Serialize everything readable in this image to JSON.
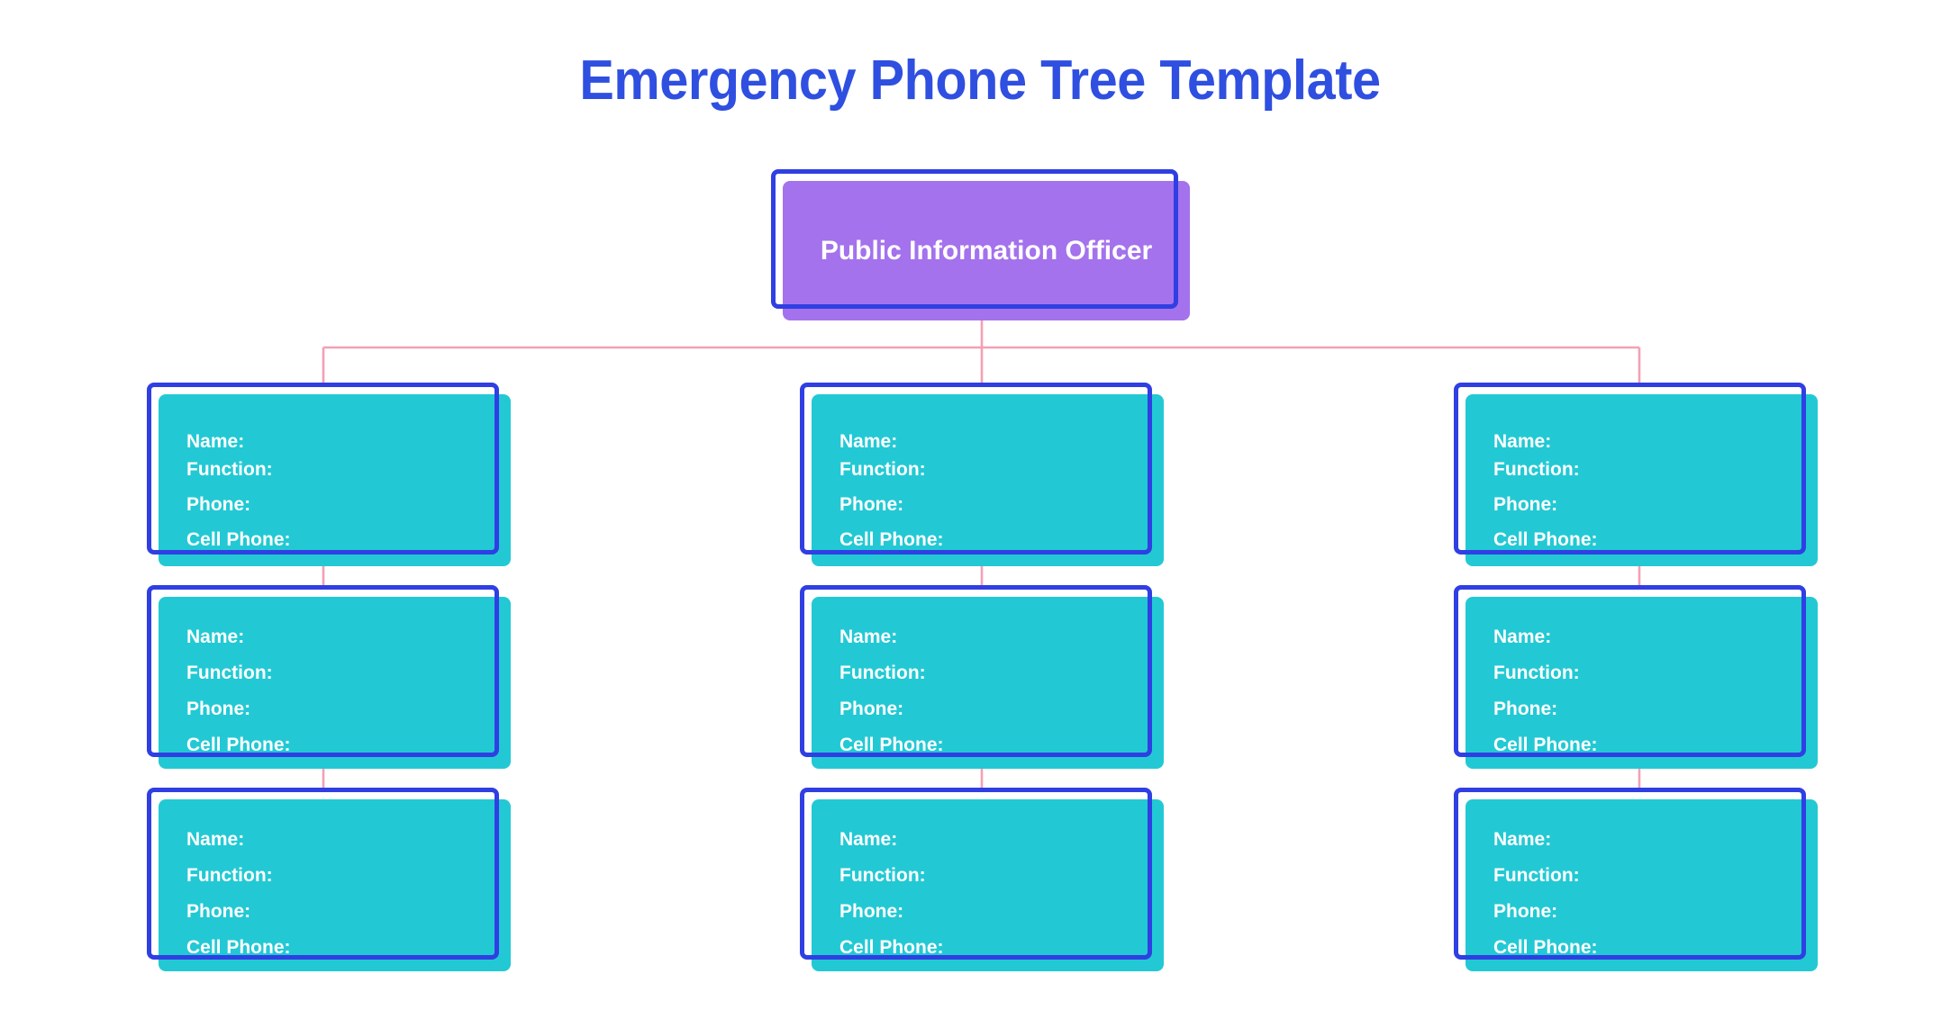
{
  "page": {
    "title": "Emergency Phone Tree Template",
    "background": "#ffffff"
  },
  "colors": {
    "title_blue": "#2f4fe0",
    "outline_blue": "#2f3fe3",
    "root_fill_purple": "#a472ec",
    "contact_fill_teal": "#22c9d4",
    "connector_pink": "#f4a0b4",
    "label_white": "#ffffff"
  },
  "root": {
    "label": "Public Information Officer"
  },
  "field_labels": {
    "name": "Name:",
    "function": "Function:",
    "phone": "Phone:",
    "cell_phone": "Cell Phone:"
  },
  "columns": [
    {
      "id": "column-left",
      "nodes": [
        {
          "id": "left-row-1",
          "fields": [
            "Name:",
            "Function:",
            "Phone:",
            "Cell Phone:"
          ]
        },
        {
          "id": "left-row-2",
          "fields": [
            "Name:",
            "Function:",
            "Phone:",
            "Cell Phone:"
          ]
        },
        {
          "id": "left-row-3",
          "fields": [
            "Name:",
            "Function:",
            "Phone:",
            "Cell Phone:"
          ]
        }
      ]
    },
    {
      "id": "column-middle",
      "nodes": [
        {
          "id": "middle-row-1",
          "fields": [
            "Name:",
            "Function:",
            "Phone:",
            "Cell Phone:"
          ]
        },
        {
          "id": "middle-row-2",
          "fields": [
            "Name:",
            "Function:",
            "Phone:",
            "Cell Phone:"
          ]
        },
        {
          "id": "middle-row-3",
          "fields": [
            "Name:",
            "Function:",
            "Phone:",
            "Cell Phone:"
          ]
        }
      ]
    },
    {
      "id": "column-right",
      "nodes": [
        {
          "id": "right-row-1",
          "fields": [
            "Name:",
            "Function:",
            "Phone:",
            "Cell Phone:"
          ]
        },
        {
          "id": "right-row-2",
          "fields": [
            "Name:",
            "Function:",
            "Phone:",
            "Cell Phone:"
          ]
        },
        {
          "id": "right-row-3",
          "fields": [
            "Name:",
            "Function:",
            "Phone:",
            "Cell Phone:"
          ]
        }
      ]
    }
  ],
  "chart_data": {
    "type": "diagram",
    "diagram_kind": "organizational-phone-tree",
    "title": "Emergency Phone Tree Template",
    "nodes": [
      {
        "id": "root",
        "level": 0,
        "label": "Public Information Officer",
        "fill": "#a472ec"
      },
      {
        "id": "left-row-1",
        "level": 1,
        "column": "left",
        "fill": "#22c9d4",
        "fields": [
          "Name:",
          "Function:",
          "Phone:",
          "Cell Phone:"
        ]
      },
      {
        "id": "left-row-2",
        "level": 2,
        "column": "left",
        "fill": "#22c9d4",
        "fields": [
          "Name:",
          "Function:",
          "Phone:",
          "Cell Phone:"
        ]
      },
      {
        "id": "left-row-3",
        "level": 3,
        "column": "left",
        "fill": "#22c9d4",
        "fields": [
          "Name:",
          "Function:",
          "Phone:",
          "Cell Phone:"
        ]
      },
      {
        "id": "middle-row-1",
        "level": 1,
        "column": "middle",
        "fill": "#22c9d4",
        "fields": [
          "Name:",
          "Function:",
          "Phone:",
          "Cell Phone:"
        ]
      },
      {
        "id": "middle-row-2",
        "level": 2,
        "column": "middle",
        "fill": "#22c9d4",
        "fields": [
          "Name:",
          "Function:",
          "Phone:",
          "Cell Phone:"
        ]
      },
      {
        "id": "middle-row-3",
        "level": 3,
        "column": "middle",
        "fill": "#22c9d4",
        "fields": [
          "Name:",
          "Function:",
          "Phone:",
          "Cell Phone:"
        ]
      },
      {
        "id": "right-row-1",
        "level": 1,
        "column": "right",
        "fill": "#22c9d4",
        "fields": [
          "Name:",
          "Function:",
          "Phone:",
          "Cell Phone:"
        ]
      },
      {
        "id": "right-row-2",
        "level": 2,
        "column": "right",
        "fill": "#22c9d4",
        "fields": [
          "Name:",
          "Function:",
          "Phone:",
          "Cell Phone:"
        ]
      },
      {
        "id": "right-row-3",
        "level": 3,
        "column": "right",
        "fill": "#22c9d4",
        "fields": [
          "Name:",
          "Function:",
          "Phone:",
          "Cell Phone:"
        ]
      }
    ],
    "edges": [
      {
        "from": "root",
        "to": "left-row-1"
      },
      {
        "from": "root",
        "to": "middle-row-1"
      },
      {
        "from": "root",
        "to": "right-row-1"
      },
      {
        "from": "left-row-1",
        "to": "left-row-2"
      },
      {
        "from": "left-row-2",
        "to": "left-row-3"
      },
      {
        "from": "middle-row-1",
        "to": "middle-row-2"
      },
      {
        "from": "middle-row-2",
        "to": "middle-row-3"
      },
      {
        "from": "right-row-1",
        "to": "right-row-2"
      },
      {
        "from": "right-row-2",
        "to": "right-row-3"
      }
    ],
    "edge_color": "#f4a0b4",
    "columns": 3,
    "rows_per_column": 3
  }
}
